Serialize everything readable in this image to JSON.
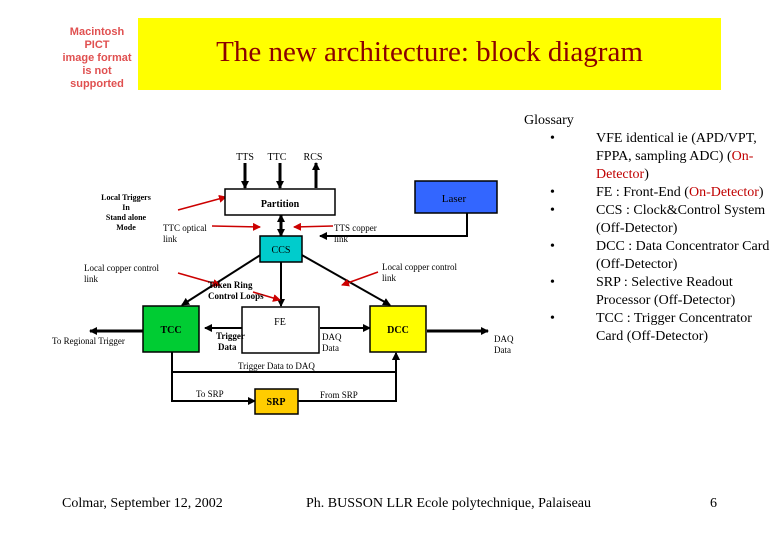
{
  "slide": {
    "title": "The new architecture: block diagram",
    "pict_placeholder": [
      "Macintosh PICT",
      "image format",
      "is not supported"
    ],
    "accent_color": "#ffff00",
    "title_color": "#8b0000"
  },
  "diagram": {
    "blocks": {
      "partition": "Partition",
      "laser": "Laser",
      "ccs": "CCS",
      "fe": "FE",
      "tcc": "TCC",
      "dcc": "DCC",
      "srp": "SRP"
    },
    "labels": {
      "tts": "TTS",
      "ttc": "TTC",
      "rcs": "RCS",
      "local_triggers": [
        "Local Triggers",
        "In",
        "Stand alone",
        "Mode"
      ],
      "ttc_optical": [
        "TTC optical",
        "link"
      ],
      "tts_copper": [
        "TTS copper",
        "link"
      ],
      "local_copper_left": [
        "Local copper control",
        "link"
      ],
      "local_copper_right": [
        "Local copper control",
        "link"
      ],
      "token_ring": [
        "Token Ring",
        "Control Loops"
      ],
      "to_regional": "To Regional Trigger",
      "trigger_data": [
        "Trigger",
        "Data"
      ],
      "daq_data_inner": [
        "DAQ",
        "Data"
      ],
      "daq_data_outer": [
        "DAQ",
        "Data"
      ],
      "trigger_to_daq": "Trigger Data to DAQ",
      "to_srp": "To SRP",
      "from_srp": "From SRP"
    },
    "colors": {
      "partition": "#ffffff",
      "laser": "#3366ff",
      "ccs": "#00cccc",
      "fe": "#ffffff",
      "tcc": "#00cc33",
      "dcc": "#ffff00",
      "srp": "#ffcc00"
    }
  },
  "glossary": {
    "heading": "Glossary",
    "bullet": "•",
    "items": [
      {
        "plain": "VFE identical ie (APD/VPT, FPPA, sampling ADC) (",
        "red": "On-Detector",
        "tail": ")"
      },
      {
        "plain": "FE  : Front-End (",
        "red": "On-Detector",
        "tail": ")"
      },
      {
        "plain": "CCS : Clock&Control System (Off-Detector)",
        "red": "",
        "tail": ""
      },
      {
        "plain": "DCC : Data Concentrator Card (Off-Detector)",
        "red": "",
        "tail": ""
      },
      {
        "plain": "SRP : Selective Readout Processor (Off-Detector)",
        "red": "",
        "tail": ""
      },
      {
        "plain": "TCC : Trigger Concentrator Card (Off-Detector)",
        "red": "",
        "tail": ""
      }
    ]
  },
  "footer": {
    "left": "Colmar, September 12, 2002",
    "center": "Ph. BUSSON LLR Ecole polytechnique, Palaiseau",
    "page": "6"
  }
}
